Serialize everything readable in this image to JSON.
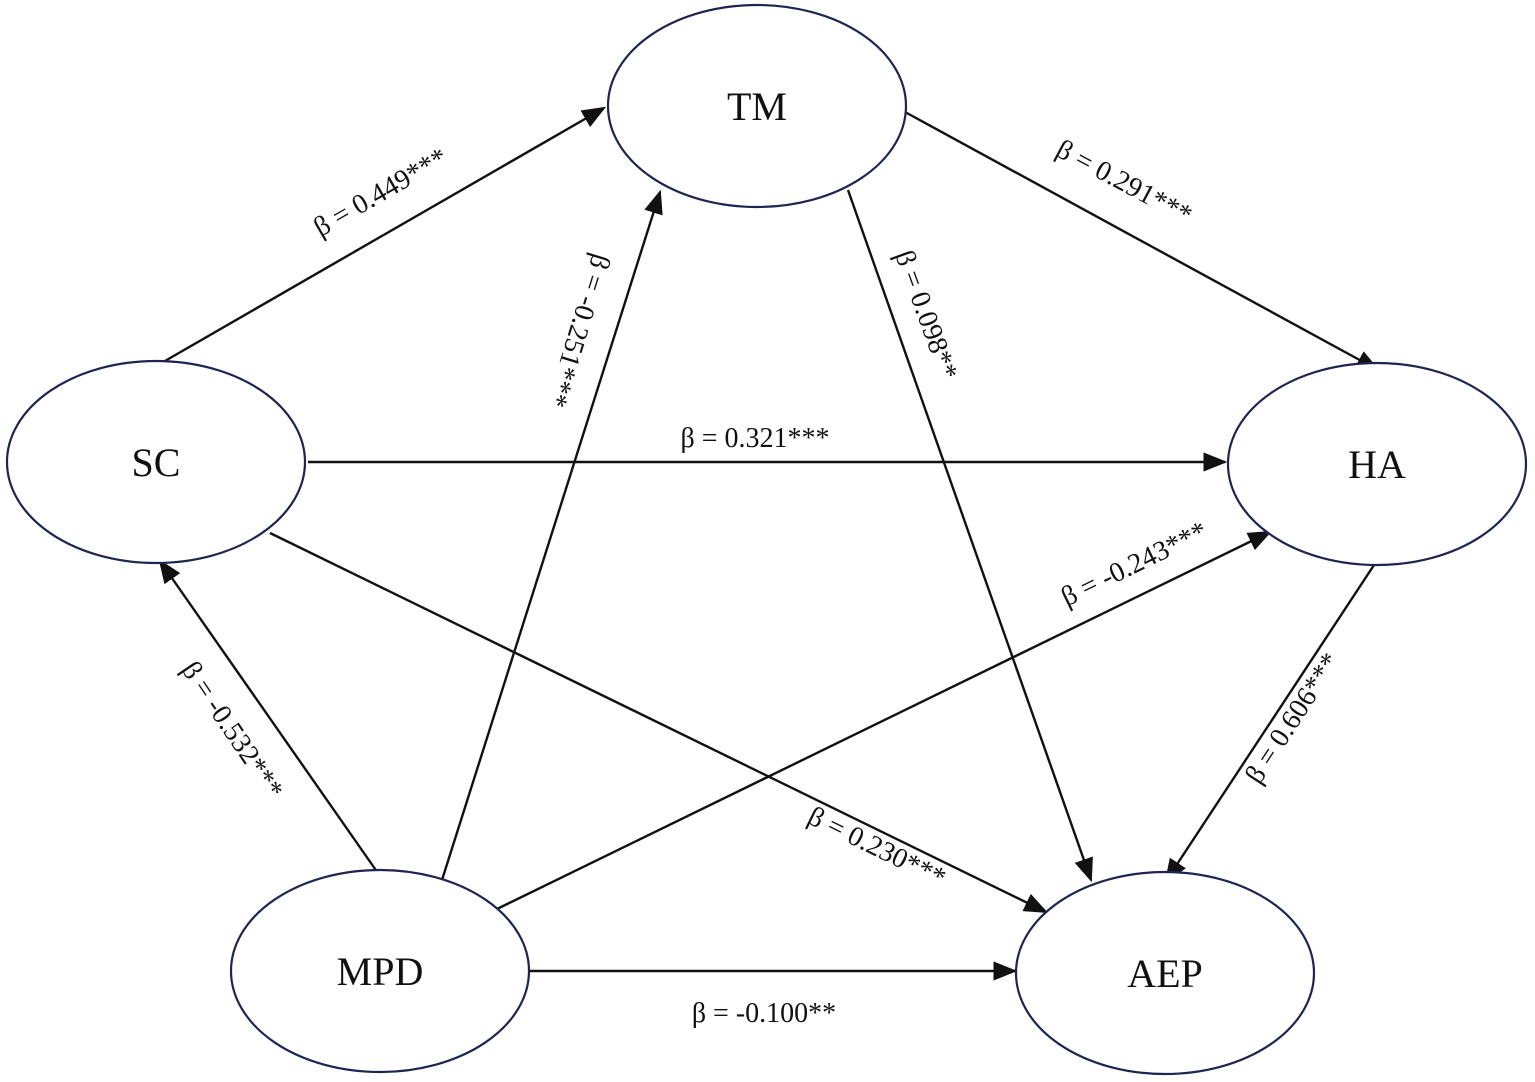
{
  "nodes": {
    "tm": "TM",
    "sc": "SC",
    "ha": "HA",
    "mpd": "MPD",
    "aep": "AEP"
  },
  "edges": {
    "sc_tm": "β = 0.449***",
    "mpd_tm": "β = -0.251***",
    "tm_ha": "β = 0.291***",
    "tm_aep": "β = 0.098**",
    "sc_ha": "β = 0.321***",
    "mpd_ha": "β = -0.243***",
    "mpd_sc": "β = -0.532***",
    "sc_aep": "β = 0.230***",
    "ha_aep": "β = 0.606***",
    "mpd_aep": "β = -0.100**"
  }
}
